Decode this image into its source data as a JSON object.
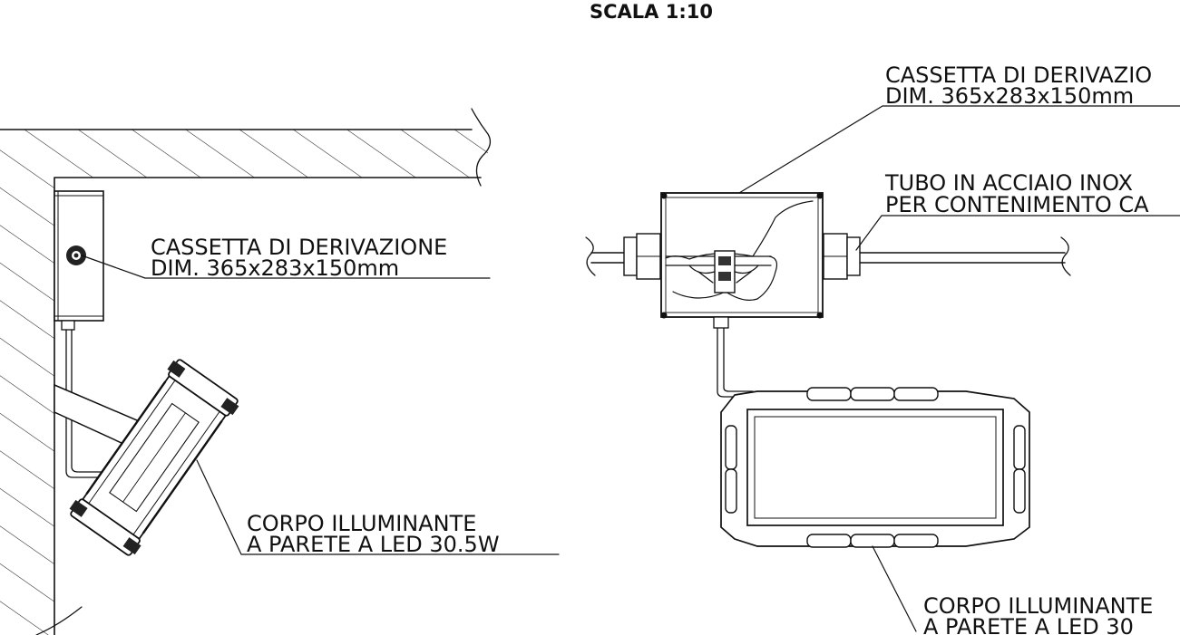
{
  "scale": "SCALA  1:10",
  "left_view": {
    "box_label": {
      "line1": "CASSETTA  DI  DERIVAZIONE",
      "line2": "DIM.  365x283x150mm"
    },
    "lamp_label": {
      "line1": "CORPO  ILLUMINANTE",
      "line2": "A  PARETE  A  LED  30.5W"
    }
  },
  "right_view": {
    "box_label": {
      "line1": "CASSETTA  DI  DERIVAZIO",
      "line2": "DIM.  365x283x150mm"
    },
    "tube_label": {
      "line1": "TUBO  IN  ACCIAIO  INOX",
      "line2": "PER  CONTENIMENTO  CA"
    },
    "lamp_label": {
      "line1": "CORPO  ILLUMINANTE",
      "line2": "A  PARETE  A  LED  30"
    }
  },
  "colors": {
    "line": "#111111",
    "background": "#ffffff"
  }
}
